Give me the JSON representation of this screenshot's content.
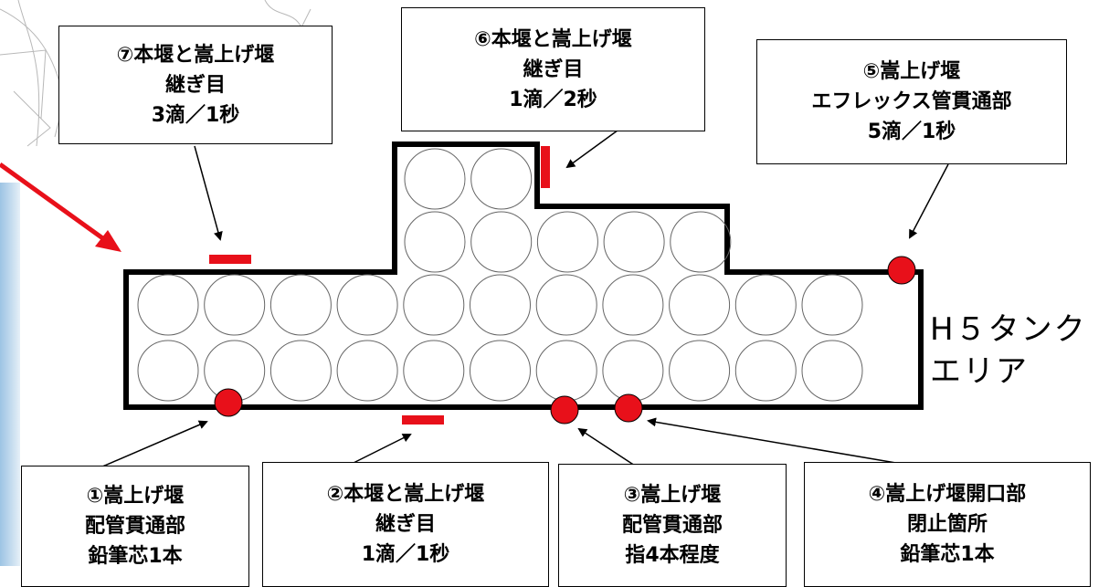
{
  "area_label": {
    "line1": "H５タンク",
    "line2": "エリア"
  },
  "leak_points": [
    {
      "id": "1",
      "lines": [
        "①嵩上げ堰",
        "配管貫通部",
        "鉛筆芯1本"
      ]
    },
    {
      "id": "2",
      "lines": [
        "②本堰と嵩上げ堰",
        "継ぎ目",
        "1滴／1秒"
      ]
    },
    {
      "id": "3",
      "lines": [
        "③嵩上げ堰",
        "配管貫通部",
        "指4本程度"
      ]
    },
    {
      "id": "4",
      "lines": [
        "④嵩上げ堰開口部",
        "閉止箇所",
        "鉛筆芯1本"
      ]
    },
    {
      "id": "5",
      "lines": [
        "⑤嵩上げ堰",
        "エフレックス管貫通部",
        "5滴／1秒"
      ]
    },
    {
      "id": "6",
      "lines": [
        "⑥本堰と嵩上げ堰",
        "継ぎ目",
        "1滴／2秒"
      ]
    },
    {
      "id": "7",
      "lines": [
        "⑦本堰と嵩上げ堰",
        "継ぎ目",
        "3滴／1秒"
      ]
    }
  ],
  "colors": {
    "marker": "#e8101a",
    "outline": "#000000",
    "tank": "#666666"
  }
}
